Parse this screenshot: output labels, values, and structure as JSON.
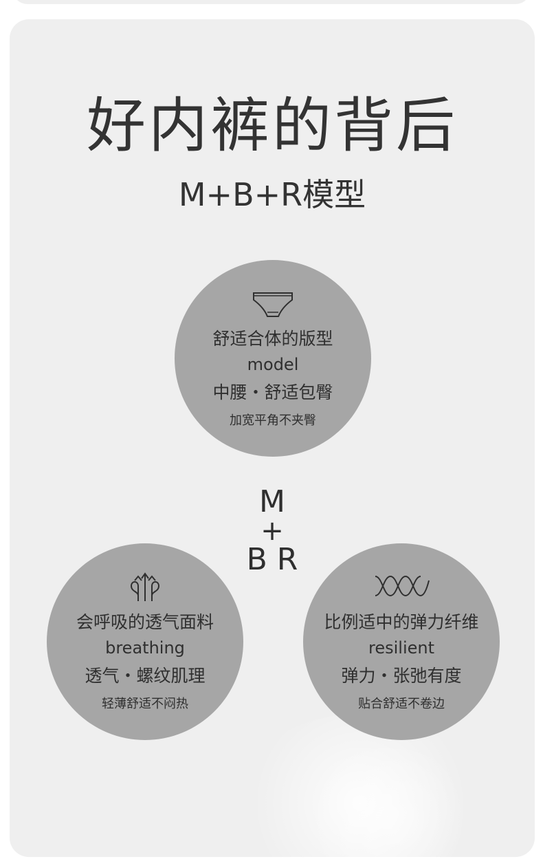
{
  "header": {
    "title": "好内裤的背后",
    "subtitle": "M+B+R模型"
  },
  "model": {
    "icon": "briefs-icon",
    "cn_title": "舒适合体的版型",
    "en_title": "model",
    "features": "中腰・舒适包臀",
    "note": "加宽平角不夹臀"
  },
  "center": {
    "m": "M",
    "plus": "+",
    "br": "B R"
  },
  "breathing": {
    "icon": "breathing-arrows-icon",
    "cn_title": "会呼吸的透气面料",
    "en_title": "breathing",
    "features": "透气・螺纹肌理",
    "note": "轻薄舒适不闷热"
  },
  "resilient": {
    "icon": "elastic-wave-icon",
    "cn_title": "比例适中的弹力纤维",
    "en_title": "resilient",
    "features": "弹力・张弛有度",
    "note": "贴合舒适不卷边"
  },
  "colors": {
    "panel": "#efefef",
    "circle": "#a6a6a6",
    "text": "#333333"
  }
}
